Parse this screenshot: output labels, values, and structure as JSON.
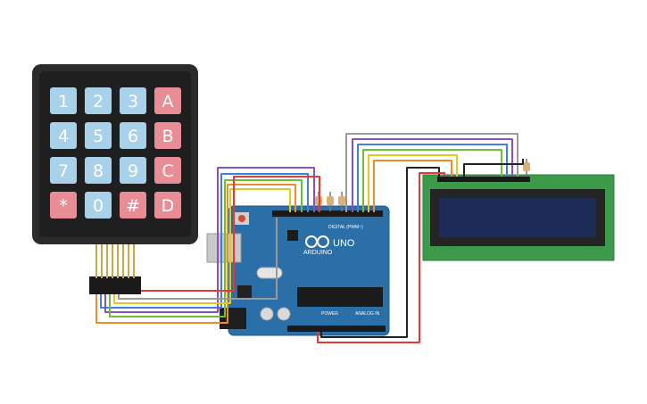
{
  "keypad": {
    "keys": [
      {
        "label": "1",
        "kind": "num"
      },
      {
        "label": "2",
        "kind": "num"
      },
      {
        "label": "3",
        "kind": "num"
      },
      {
        "label": "A",
        "kind": "letter"
      },
      {
        "label": "4",
        "kind": "num"
      },
      {
        "label": "5",
        "kind": "num"
      },
      {
        "label": "6",
        "kind": "num"
      },
      {
        "label": "B",
        "kind": "letter"
      },
      {
        "label": "7",
        "kind": "num"
      },
      {
        "label": "8",
        "kind": "num"
      },
      {
        "label": "9",
        "kind": "num"
      },
      {
        "label": "C",
        "kind": "letter"
      },
      {
        "label": "*",
        "kind": "letter"
      },
      {
        "label": "0",
        "kind": "num"
      },
      {
        "label": "#",
        "kind": "letter"
      },
      {
        "label": "D",
        "kind": "letter"
      }
    ]
  },
  "arduino": {
    "brand": "ARDUINO",
    "model": "UNO",
    "digital_label": "DIGITAL (PWM~)",
    "power_label": "POWER",
    "analog_label": "ANALOG IN"
  },
  "colors": {
    "keypad_body": "#2b2b2b",
    "key_num": "#a9d1ea",
    "key_letter": "#e88d95",
    "board": "#2a6fa8",
    "lcd_pcb": "#3c9a4a",
    "lcd_screen": "#1d2b57",
    "wire_red": "#e53935",
    "wire_black": "#222222",
    "wire_orange": "#f28c28",
    "wire_yellow": "#e3c81e",
    "wire_green": "#6cbf3a",
    "wire_blue": "#3f7fe0",
    "wire_purple": "#8a4fc1",
    "wire_gray": "#9a9a9a"
  }
}
